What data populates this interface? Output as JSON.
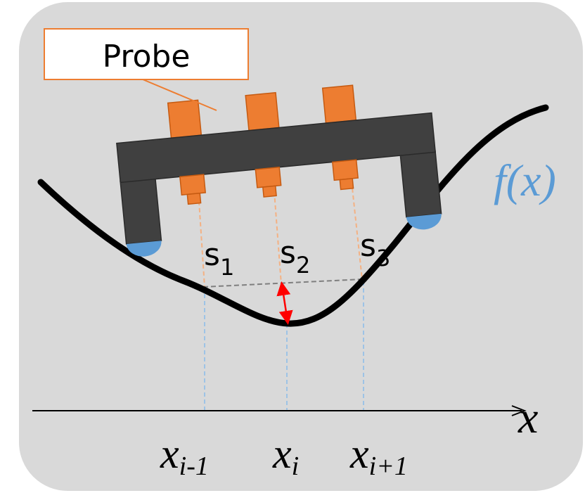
{
  "callout": {
    "label": "Probe"
  },
  "function_label": {
    "base": "f(x)"
  },
  "axis": {
    "label": "x"
  },
  "sensors": [
    {
      "letter": "s",
      "sub": "1"
    },
    {
      "letter": "s",
      "sub": "2"
    },
    {
      "letter": "s",
      "sub": "3"
    }
  ],
  "ticks": [
    {
      "base": "x",
      "sub": "i-1"
    },
    {
      "base": "x",
      "sub": "i"
    },
    {
      "base": "x",
      "sub": "i+1"
    }
  ],
  "colors": {
    "background": "#d9d9d9",
    "curve": "#000000",
    "probe_body": "#404040",
    "sensor": "#ed7d31",
    "foot": "#5b9bd5",
    "function_label": "#5b9bd5",
    "deviation_arrow": "#ff0000",
    "guide_blue": "#9dc3e6",
    "guide_orange": "#f4b183",
    "chord": "#7f7f7f"
  }
}
